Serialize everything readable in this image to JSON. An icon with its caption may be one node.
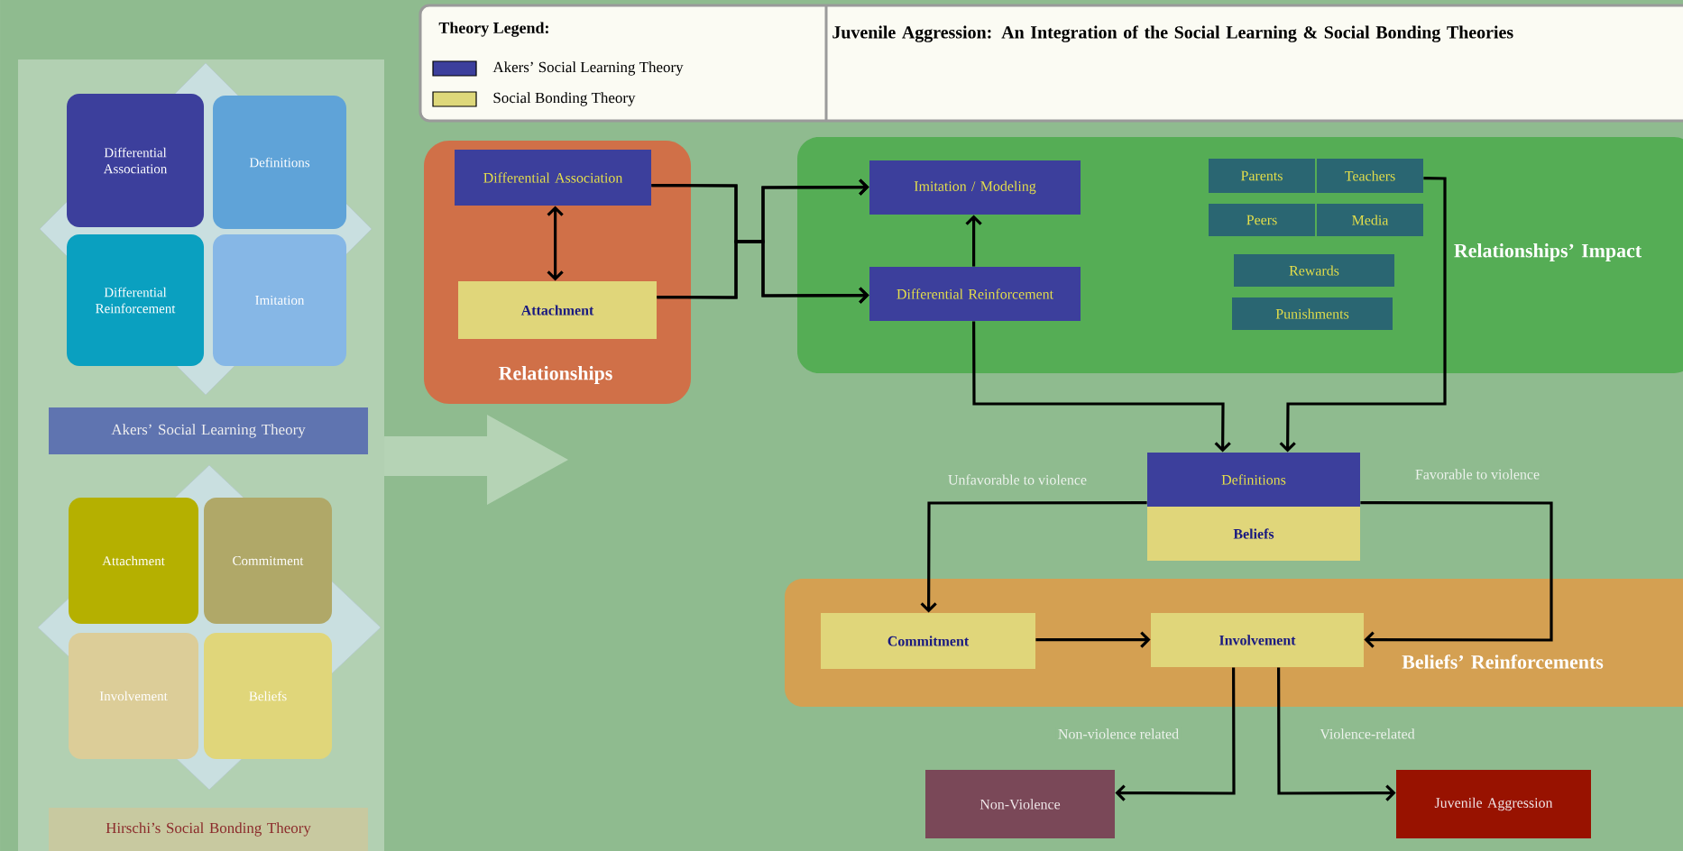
{
  "diagram": {
    "title": "Juvenile Aggression: An Integration of the Social Learning & Social Bonding Theories",
    "nodes": [
      {
        "text": [
          "Differential Association"
        ]
      },
      {
        "text": [
          "Definitions"
        ]
      },
      {
        "text": [
          "Differential Reinforcement"
        ]
      },
      {
        "text": [
          "Imitation"
        ]
      },
      {
        "text": [
          "Akers’ Social Learning Theory"
        ]
      },
      {
        "text": [
          "Attachment"
        ]
      },
      {
        "text": [
          "Commitment"
        ]
      },
      {
        "text": [
          "Involvement"
        ]
      },
      {
        "text": [
          "Beliefs"
        ]
      },
      {
        "text": [
          "Hirschi’s Social Bonding Theory"
        ]
      },
      {
        "text": [
          "Relationships"
        ]
      },
      {
        "text": [
          "Differential Association"
        ],
        "in": 10
      },
      {
        "text": [
          "Attachment"
        ],
        "in": 10
      },
      {
        "text": [
          "Relationships’ Impact"
        ]
      },
      {
        "text": [
          "Imitation / Modeling"
        ],
        "in": 13
      },
      {
        "text": [
          "Differential Reinforcement"
        ],
        "in": 13
      },
      {
        "text": [
          "Parents"
        ],
        "in": 13
      },
      {
        "text": [
          "Teachers"
        ],
        "in": 13
      },
      {
        "text": [
          "Peers"
        ],
        "in": 13
      },
      {
        "text": [
          "Media"
        ],
        "in": 13
      },
      {
        "text": [
          "Rewards"
        ],
        "in": 13
      },
      {
        "text": [
          "Punishments"
        ],
        "in": 13
      },
      {
        "text": [
          "Definitions"
        ]
      },
      {
        "text": [
          "Beliefs"
        ]
      },
      {
        "text": [
          "Beliefs’ Reinforcements"
        ]
      },
      {
        "text": [
          "Commitment"
        ],
        "in": 24
      },
      {
        "text": [
          "Involvement"
        ],
        "in": 24
      },
      {
        "text": [
          "Non-Violence"
        ]
      },
      {
        "text": [
          "Juvenile Aggression"
        ]
      }
    ],
    "edges": [
      {
        "from": 11,
        "to": 12,
        "arrow": "both"
      },
      {
        "from": 11,
        "to": 14,
        "arrow": "to"
      },
      {
        "from": 11,
        "to": 15,
        "arrow": "to"
      },
      {
        "from": 12,
        "to": 14,
        "arrow": "to"
      },
      {
        "from": 12,
        "to": 15,
        "arrow": "to"
      },
      {
        "from": 15,
        "to": 14,
        "arrow": "to"
      },
      {
        "from": 15,
        "to": 22,
        "arrow": "to"
      },
      {
        "from": 17,
        "to": 22,
        "arrow": "to"
      },
      {
        "from": 22,
        "to": 25,
        "arrow": "to",
        "label": "Unfavorable to violence"
      },
      {
        "from": 22,
        "to": 26,
        "arrow": "to",
        "label": "Favorable to violence"
      },
      {
        "from": 25,
        "to": 26,
        "arrow": "to"
      },
      {
        "from": 26,
        "to": 27,
        "arrow": "to",
        "label": "Non-violence related"
      },
      {
        "from": 26,
        "to": 28,
        "arrow": "to",
        "label": "Violence-related"
      }
    ],
    "labels": [
      "Theory Legend:"
    ],
    "legend": [
      {
        "text": "Akers’ Social Learning Theory",
        "color": "#3c3f9c"
      },
      {
        "text": "Social Bonding Theory",
        "color": "#ded87a"
      }
    ]
  }
}
